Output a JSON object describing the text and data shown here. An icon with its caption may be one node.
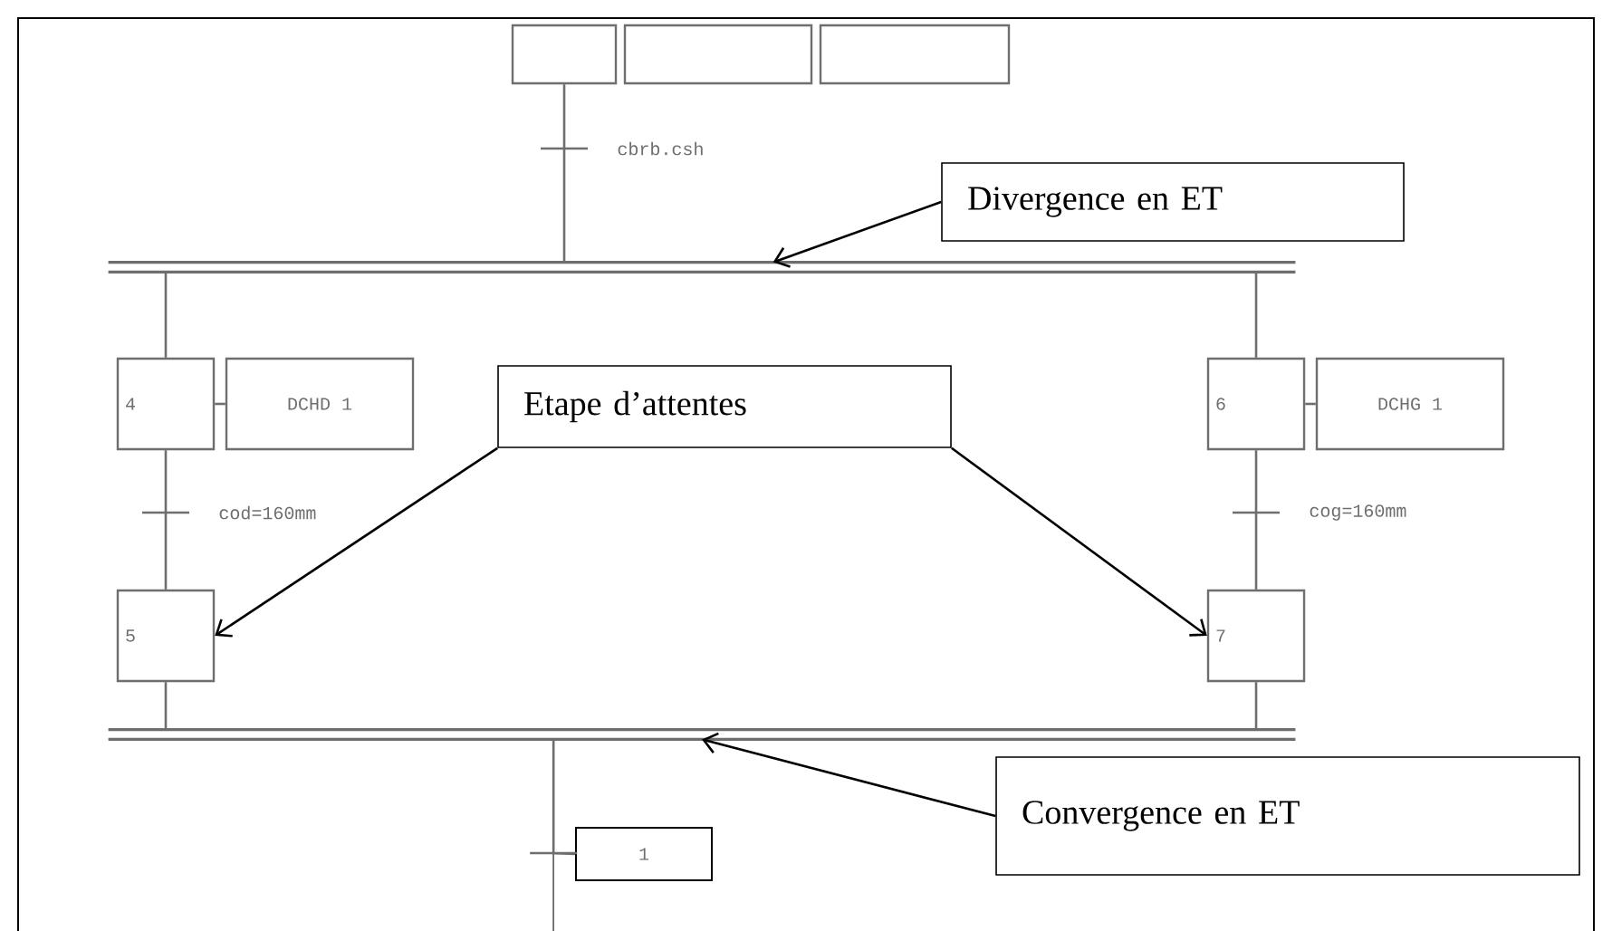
{
  "diagram": {
    "nodes": [
      {
        "text": [],
        "shape": "box"
      },
      {
        "text": [],
        "shape": "box"
      },
      {
        "text": [],
        "shape": "box"
      },
      {
        "text": [],
        "shape": "bar"
      },
      {
        "text": [
          "4"
        ]
      },
      {
        "text": [
          "DCHD 1"
        ]
      },
      {
        "text": [
          "5"
        ]
      },
      {
        "text": [
          "6"
        ]
      },
      {
        "text": [
          "DCHG 1"
        ]
      },
      {
        "text": [
          "7"
        ]
      },
      {
        "text": [],
        "shape": "bar"
      },
      {
        "text": [
          "1"
        ]
      },
      {
        "text": [
          "Divergence en ET"
        ]
      },
      {
        "text": [
          "Etape d’attentes"
        ]
      },
      {
        "text": [
          "Convergence en ET"
        ]
      }
    ],
    "edges": [
      {
        "from": 0,
        "to": 3,
        "arrow": "none",
        "label": "cbrb.csh"
      },
      {
        "from": 3,
        "to": 4,
        "arrow": "none"
      },
      {
        "from": 4,
        "to": 5,
        "arrow": "none"
      },
      {
        "from": 4,
        "to": 6,
        "arrow": "none",
        "label": "cod=160mm"
      },
      {
        "from": 6,
        "to": 10,
        "arrow": "none"
      },
      {
        "from": 3,
        "to": 7,
        "arrow": "none"
      },
      {
        "from": 7,
        "to": 8,
        "arrow": "none"
      },
      {
        "from": 7,
        "to": 9,
        "arrow": "none",
        "label": "cog=160mm"
      },
      {
        "from": 9,
        "to": 10,
        "arrow": "none"
      },
      {
        "from": 10,
        "to": 11,
        "arrow": "none"
      },
      {
        "from": 12,
        "to": 3,
        "arrow": "to",
        "color": "#000000"
      },
      {
        "from": 13,
        "to": 6,
        "arrow": "to",
        "color": "#000000"
      },
      {
        "from": 13,
        "to": 9,
        "arrow": "to",
        "color": "#000000"
      },
      {
        "from": 14,
        "to": 10,
        "arrow": "to",
        "color": "#000000"
      }
    ]
  }
}
